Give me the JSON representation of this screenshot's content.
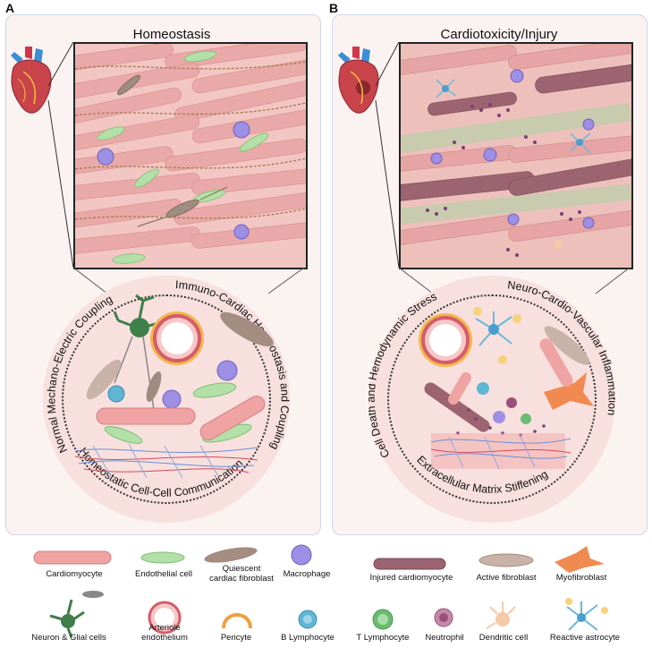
{
  "panel_a": {
    "letter": "A",
    "title": "Homeostasis",
    "arc_left": "Normal Mechano-Electric Coupling",
    "arc_right": "Immuno-Cardiac Homeostasis and Coupling",
    "arc_bottom": "Homeostatic Cell-Cell Communication"
  },
  "panel_b": {
    "letter": "B",
    "title": "Cardiotoxicity/Injury",
    "arc_left": "Cell Death and Hemodynamic Stress",
    "arc_right": "Neuro-Cardio-Vascular Inflammation",
    "arc_bottom": "Extracellular Matrix Stiffening"
  },
  "legend": {
    "cardiomyocyte": "Cardiomyocyte",
    "endothelial": "Endothelial cell",
    "quiescent_line1": "Quiescent",
    "quiescent_line2": "cardiac fibroblast",
    "macrophage": "Macrophage",
    "injured": "Injured cardiomyocyte",
    "active_fibroblast": "Active fibroblast",
    "myofibroblast": "Myofibroblast",
    "neuron": "Neuron & Glial cells",
    "arteriole_line1": "Arteriole",
    "arteriole_line2": "endothelium",
    "pericyte": "Pericyte",
    "b_lymph": "B Lymphocyte",
    "t_lymph": "T Lymphocyte",
    "neutrophil": "Neutrophil",
    "dendritic": "Dendritic cell",
    "astrocyte": "Reactive astrocyte"
  },
  "colors": {
    "cardiomyocyte": "#efa3a3",
    "endothelial": "#a6dca0",
    "fibroblast": "#b79a8e",
    "macrophage": "#9a8fe0",
    "injured": "#9b6470",
    "myofibroblast": "#f08a50",
    "neuron": "#3f7f4a",
    "arteriole": "#e06a72",
    "pericyte": "#f0a040",
    "b_lymph": "#5fb5d4",
    "t_lymph": "#6cbc70",
    "neutrophil": "#9b4f7a",
    "dendritic": "#f6c9a6",
    "astrocyte": "#6bb8d8"
  }
}
